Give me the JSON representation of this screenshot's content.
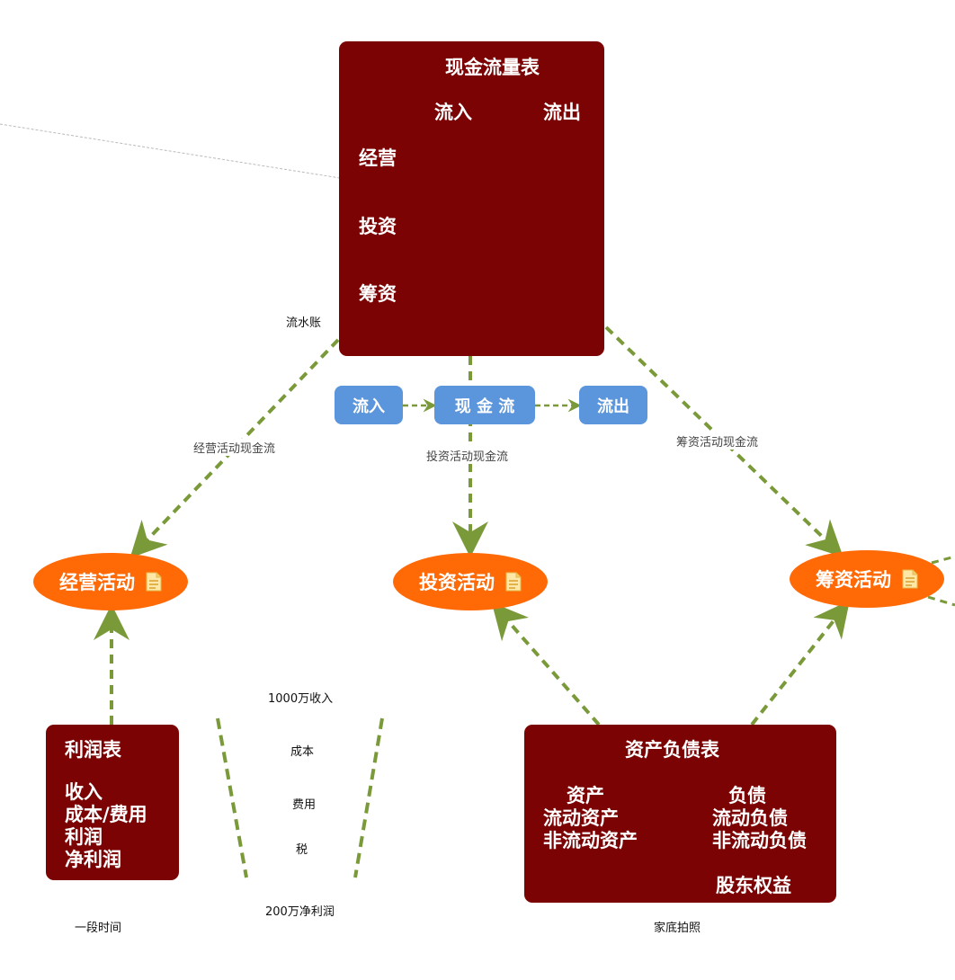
{
  "cash_flow_statement": {
    "title": "现金流量表",
    "col_inflow": "流入",
    "col_outflow": "流出",
    "row_operating": "经营",
    "row_investing": "投资",
    "row_financing": "筹资"
  },
  "ledger_label": "流水账",
  "flow_bar": {
    "inflow": "流入",
    "cash_flow": "现 金 流",
    "outflow": "流出"
  },
  "edge_labels": {
    "operating_cf": "经营活动现金流",
    "investing_cf": "投资活动现金流",
    "financing_cf": "筹资活动现金流"
  },
  "activities": {
    "operating": "经营活动",
    "investing": "投资活动",
    "financing": "筹资活动"
  },
  "income_statement": {
    "title": "利润表",
    "lines": [
      "收入",
      "成本/费用",
      "利润",
      "净利润"
    ],
    "caption": "一段时间"
  },
  "funnel": {
    "top": "1000万收入",
    "cost": "成本",
    "expense": "费用",
    "tax": "税",
    "bottom": "200万净利润"
  },
  "balance_sheet": {
    "title": "资产负债表",
    "assets": "资产",
    "current_assets": "流动资产",
    "noncurrent_assets": "非流动资产",
    "liabilities": "负债",
    "current_liabilities": "流动负债",
    "noncurrent_liabilities": "非流动负债",
    "equity": "股东权益",
    "caption": "家底拍照"
  },
  "colors": {
    "box": "#7b0303",
    "activity": "#ff6a07",
    "pill": "#5b95dc",
    "connector": "#7a9a3a"
  }
}
